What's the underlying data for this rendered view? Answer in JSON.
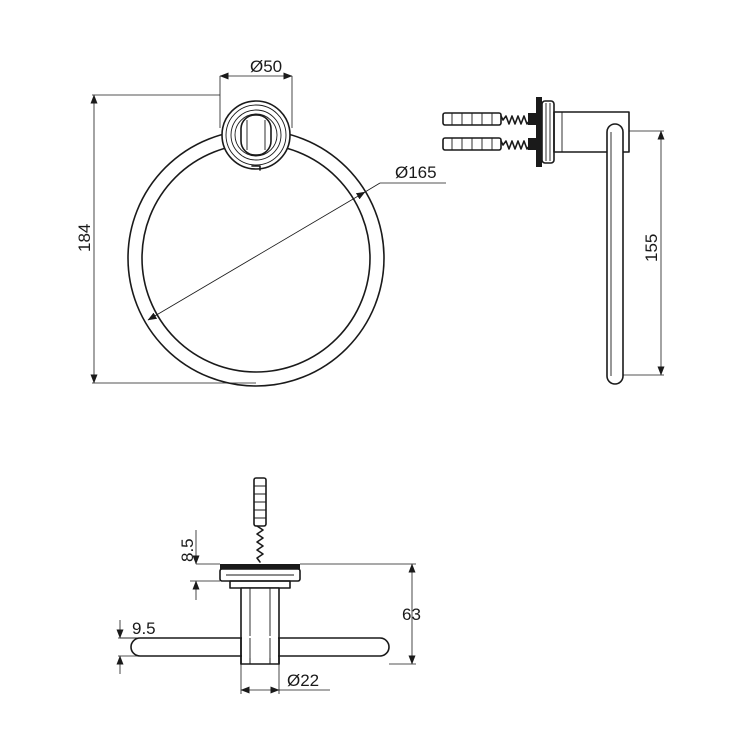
{
  "front_view": {
    "height_dim": "184",
    "rosette_dim": "Ø50",
    "ring_dim": "Ø165"
  },
  "side_view": {
    "ring_drop_dim": "155"
  },
  "top_view": {
    "plate_dim": "8.5",
    "projection_dim": "63",
    "bar_dim": "9.5",
    "post_dim": "Ø22"
  }
}
